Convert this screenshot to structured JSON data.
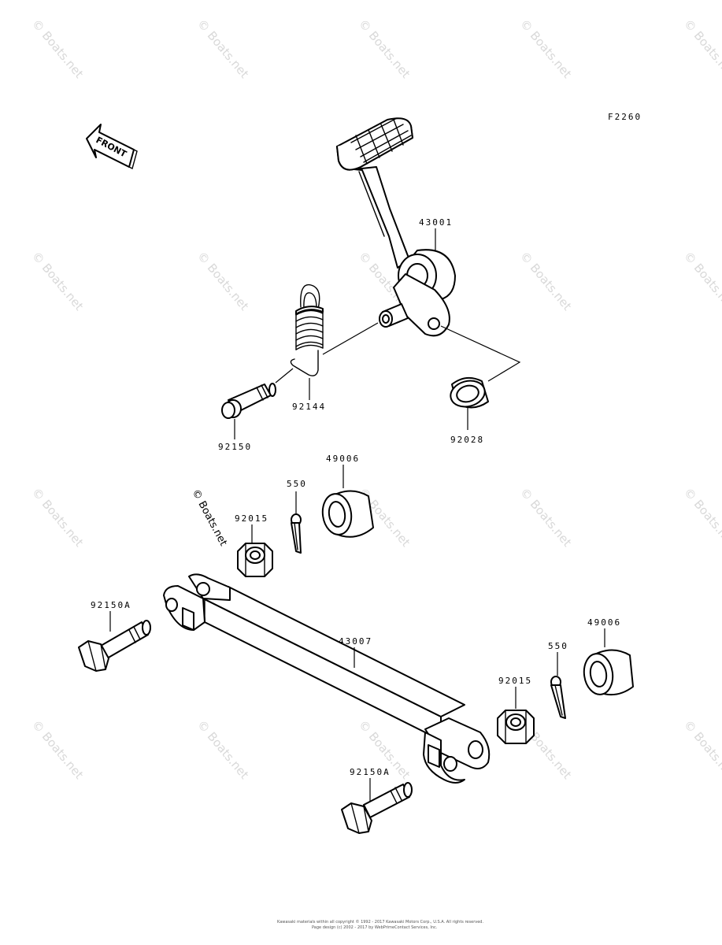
{
  "figure_code": "F2260",
  "front_arrow": {
    "label": "FRONT",
    "icon": "front-direction-arrow-icon"
  },
  "watermark": {
    "text": "© Boats.net",
    "inline_text": "© Boats.net"
  },
  "callouts": {
    "pedal": "43001",
    "spring": "92144",
    "pedal_bolt": "92150",
    "pedal_bushing": "92028",
    "nut_upper": "92015",
    "pin_upper": "550",
    "joint_upper": "49006",
    "rod": "43007",
    "bolt_left": "92150A",
    "nut_lower": "92015",
    "pin_lower": "550",
    "joint_lower": "49006",
    "bolt_bottom": "92150A"
  },
  "footer": {
    "line1": "Kawasaki materials within all copyright © 1992 - 2017 Kawasaki Motors Corp., U.S.A. All rights reserved.",
    "line2": "Page design (c) 2002 - 2017 by WebPrimeContact Services, Inc."
  }
}
